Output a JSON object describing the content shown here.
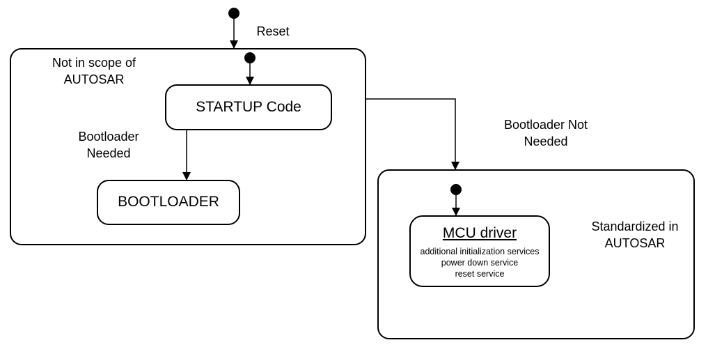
{
  "transitions": {
    "reset": "Reset",
    "bootloader_needed": [
      "Bootloader",
      "Needed"
    ],
    "bootloader_not_needed": [
      "Bootloader Not",
      "Needed"
    ]
  },
  "regions": {
    "not_in_scope": [
      "Not in scope of",
      "AUTOSAR"
    ],
    "standardized": [
      "Standardized in",
      "AUTOSAR"
    ]
  },
  "states": {
    "startup": "STARTUP Code",
    "bootloader": "BOOTLOADER",
    "mcu": {
      "title": "MCU driver",
      "services": [
        "additional initialization services",
        "power down service",
        "reset service"
      ]
    }
  }
}
